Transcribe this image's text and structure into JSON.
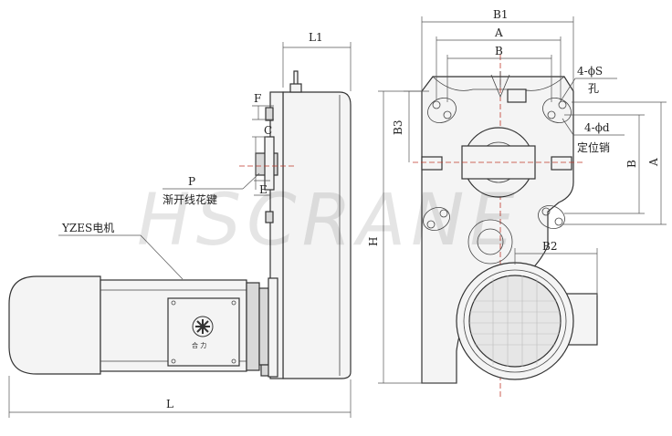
{
  "watermark": "HSCRANE",
  "side_view": {
    "dim_L1": "L1",
    "dim_F": "F",
    "dim_C": "C",
    "dim_P": "P",
    "dim_E": "E",
    "spline_note": "渐开线花键",
    "motor_label": "YZES电机",
    "dim_L": "L",
    "brand_mark": "合 力"
  },
  "front_view": {
    "dim_B1": "B1",
    "dim_A_top": "A",
    "dim_B_top": "B",
    "dim_B3": "B3",
    "dim_H": "H",
    "dim_B_right": "B",
    "dim_A_right": "A",
    "dim_B2": "B2",
    "hole_label": "4-ϕS",
    "hole_suffix": "孔",
    "pin_label": "4-ϕd",
    "pin_suffix": "定位销"
  }
}
